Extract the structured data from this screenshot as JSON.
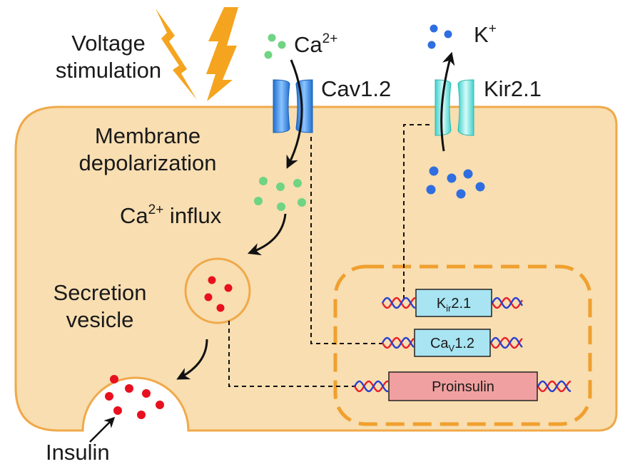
{
  "labels": {
    "voltage_line1": "Voltage",
    "voltage_line2": "stimulation",
    "ca_ion": "Ca",
    "ca_charge": "2+",
    "k_ion": "K",
    "k_charge": "+",
    "cav_channel": "Cav1.2",
    "kir_channel": "Kir2.1",
    "membrane_line1": "Membrane",
    "membrane_line2": "depolarization",
    "influx_ion": "Ca",
    "influx_charge": "2+",
    "influx_text": " influx",
    "vesicle_line1": "Secretion",
    "vesicle_line2": "vesicle",
    "insulin": "Insulin"
  },
  "genes": {
    "kir": {
      "main": "K",
      "sub": "ir",
      "suffix": "2.1"
    },
    "cav": {
      "main": "Ca",
      "sub": "V",
      "suffix": "1.2"
    },
    "proinsulin": "Proinsulin"
  },
  "colors": {
    "cell_fill": "#f8deb1",
    "cell_stroke": "#f0a94a",
    "nucleus_stroke": "#f0a02e",
    "bolt": "#f5a41f",
    "calcium": "#6fd483",
    "potassium": "#2f6ee0",
    "insulin": "#e8101e",
    "cav_channel": "#3a8fe0",
    "kir_channel": "#7fe6e0",
    "gene_box": "#a8e4f2",
    "proinsulin_box": "#f0a0a0",
    "dna_red": "#e8202a",
    "dna_blue": "#2a3fd0"
  }
}
